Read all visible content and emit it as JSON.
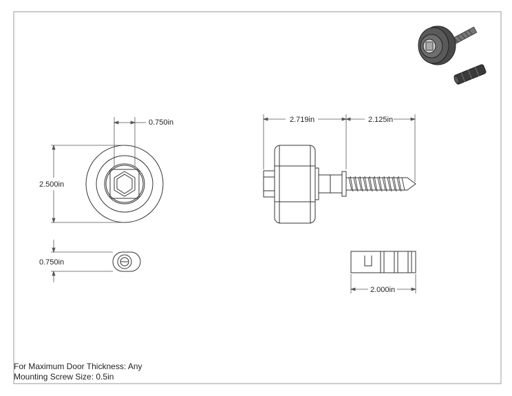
{
  "dimensions": {
    "front_width": "0.750in",
    "front_diameter": "2.500in",
    "side_body_length": "2.719in",
    "side_screw_length": "2.125in",
    "spacer_diameter": "0.750in",
    "anchor_length": "2.000in"
  },
  "notes": {
    "door_thickness": "For Maximum Door Thickness: Any",
    "screw_size": "Mounting Screw Size: 0.5in"
  },
  "colors": {
    "line": "#333333",
    "dim_line": "#555555",
    "border": "#9a9a9a",
    "iso_dark": "#3a3a3a"
  }
}
